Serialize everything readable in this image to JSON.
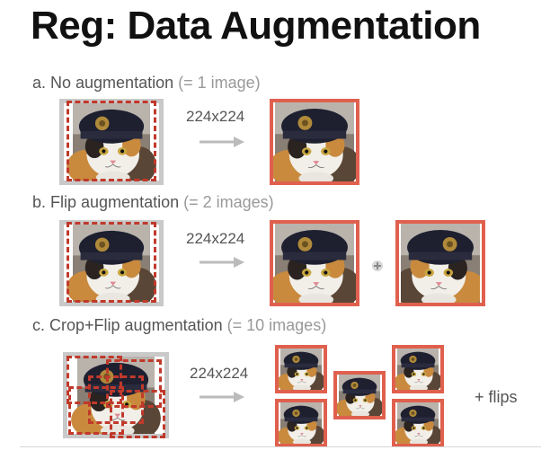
{
  "title": "Reg: Data Augmentation",
  "sections": [
    {
      "label": "a. No augmentation",
      "note": "(= 1 image)",
      "size": "224x224"
    },
    {
      "label": "b. Flip augmentation",
      "note": "(= 2 images)",
      "size": "224x224"
    },
    {
      "label": "c. Crop+Flip augmentation",
      "note": "(= 10 images)",
      "size": "224x224",
      "extra": "+ flips"
    }
  ],
  "colors": {
    "frame": "#e0604e",
    "crop_dashes": "#c0392b",
    "source_frame": "#c9c9c9",
    "arrow": "#bbbbbb"
  },
  "icons": {
    "arrow": "right-arrow-icon",
    "plus": "plus-icon"
  }
}
